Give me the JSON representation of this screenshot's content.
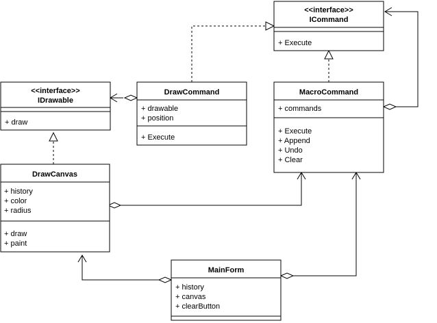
{
  "classes": {
    "icommand": {
      "stereotype": "<<interface>>",
      "name": "ICommand",
      "attributes": [],
      "methods": [
        "+ Execute"
      ]
    },
    "idrawable": {
      "stereotype": "<<interface>>",
      "name": "IDrawable",
      "attributes": [],
      "methods": [
        "+ draw"
      ]
    },
    "drawcommand": {
      "name": "DrawCommand",
      "attributes": [
        "+ drawable",
        "+ position"
      ],
      "methods": [
        "+ Execute"
      ]
    },
    "macrocommand": {
      "name": "MacroCommand",
      "attributes": [
        "+ commands"
      ],
      "methods": [
        "+ Execute",
        "+ Append",
        "+ Undo",
        "+ Clear"
      ]
    },
    "drawcanvas": {
      "name": "DrawCanvas",
      "attributes": [
        "+ history",
        "+ color",
        "+ radius"
      ],
      "methods": [
        "+ draw",
        "+ paint"
      ]
    },
    "mainform": {
      "name": "MainForm",
      "attributes": [
        "+ history",
        "+ canvas",
        "+ clearButton"
      ],
      "methods": []
    }
  },
  "relations": [
    {
      "kind": "realization",
      "from": "DrawCommand",
      "to": "ICommand"
    },
    {
      "kind": "realization",
      "from": "MacroCommand",
      "to": "ICommand"
    },
    {
      "kind": "realization",
      "from": "DrawCanvas",
      "to": "IDrawable"
    },
    {
      "kind": "aggregation",
      "whole": "DrawCommand",
      "part": "IDrawable"
    },
    {
      "kind": "aggregation",
      "whole": "MacroCommand",
      "part": "ICommand"
    },
    {
      "kind": "aggregation",
      "whole": "DrawCanvas",
      "part": "MacroCommand"
    },
    {
      "kind": "aggregation",
      "whole": "MainForm",
      "part": "DrawCanvas"
    },
    {
      "kind": "aggregation",
      "whole": "MainForm",
      "part": "MacroCommand"
    }
  ]
}
